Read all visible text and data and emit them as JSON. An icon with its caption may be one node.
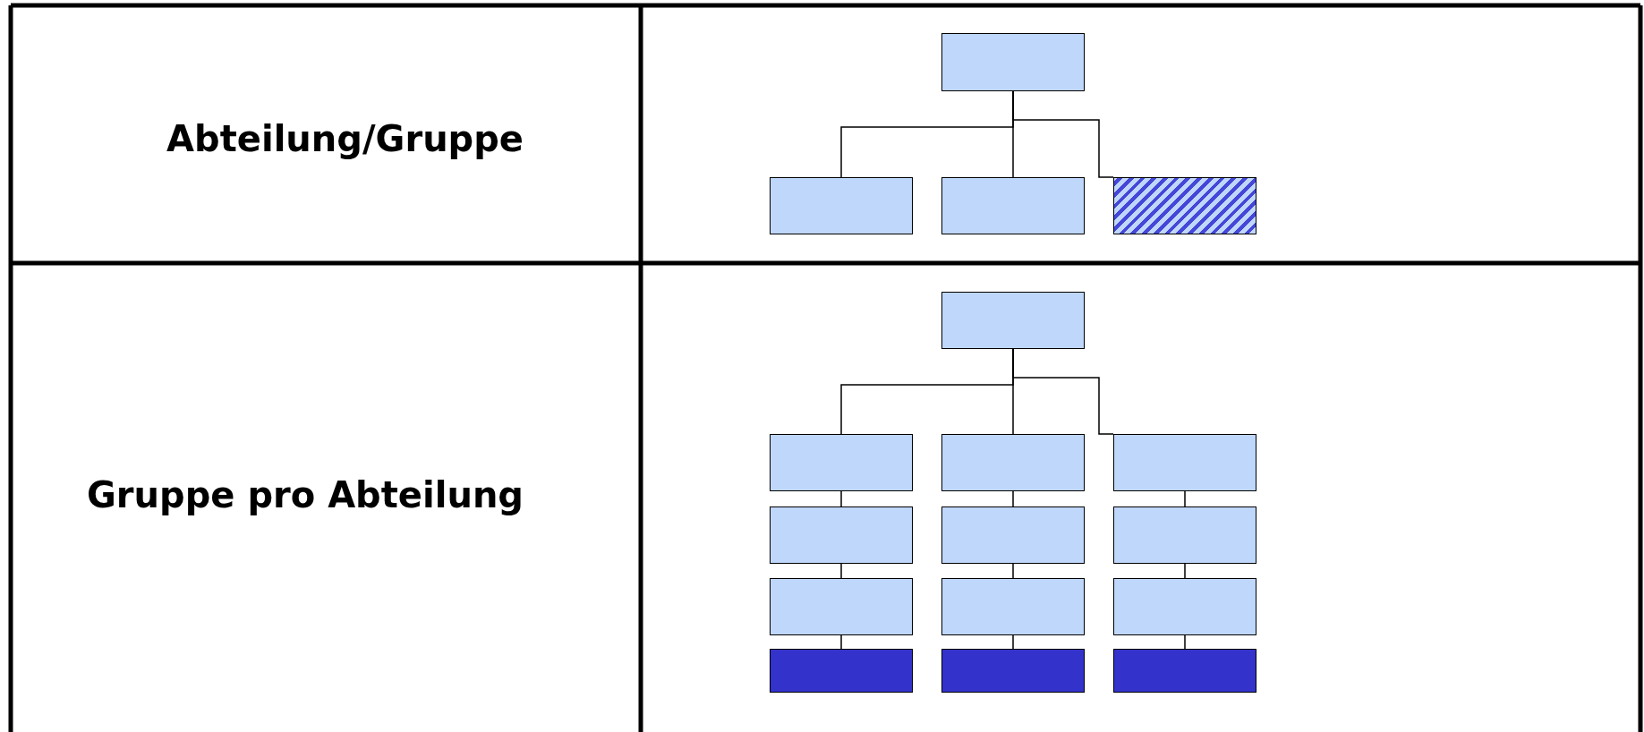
{
  "diagram": {
    "nodes": [
      {
        "text": [],
        "shape": "box"
      },
      {
        "text": [],
        "shape": "box"
      },
      {
        "text": [],
        "shape": "box"
      },
      {
        "text": [],
        "shape": "box"
      },
      {
        "text": [],
        "shape": "box"
      },
      {
        "text": [],
        "shape": "box"
      },
      {
        "text": [],
        "shape": "box"
      },
      {
        "text": [],
        "shape": "box"
      },
      {
        "text": [],
        "shape": "box"
      },
      {
        "text": [],
        "shape": "box"
      },
      {
        "text": [],
        "shape": "box"
      },
      {
        "text": [],
        "shape": "box"
      },
      {
        "text": [],
        "shape": "box"
      },
      {
        "text": [],
        "shape": "box"
      },
      {
        "text": [],
        "shape": "box"
      },
      {
        "text": [],
        "shape": "box"
      },
      {
        "text": [],
        "shape": "box"
      }
    ],
    "edges": [
      {
        "from": 0,
        "to": 1,
        "arrow": "none"
      },
      {
        "from": 0,
        "to": 2,
        "arrow": "none"
      },
      {
        "from": 0,
        "to": 3,
        "arrow": "none"
      },
      {
        "from": 4,
        "to": 5,
        "arrow": "none"
      },
      {
        "from": 4,
        "to": 6,
        "arrow": "none"
      },
      {
        "from": 4,
        "to": 7,
        "arrow": "none"
      },
      {
        "from": 5,
        "to": 8,
        "arrow": "none"
      },
      {
        "from": 6,
        "to": 9,
        "arrow": "none"
      },
      {
        "from": 7,
        "to": 10,
        "arrow": "none"
      },
      {
        "from": 8,
        "to": 11,
        "arrow": "none"
      },
      {
        "from": 9,
        "to": 12,
        "arrow": "none"
      },
      {
        "from": 10,
        "to": 13,
        "arrow": "none"
      },
      {
        "from": 11,
        "to": 14,
        "arrow": "none"
      },
      {
        "from": 12,
        "to": 15,
        "arrow": "none"
      },
      {
        "from": 13,
        "to": 16,
        "arrow": "none"
      }
    ],
    "labels": [
      "Abteilung/Gruppe",
      "Gruppe pro Abteilung"
    ]
  }
}
